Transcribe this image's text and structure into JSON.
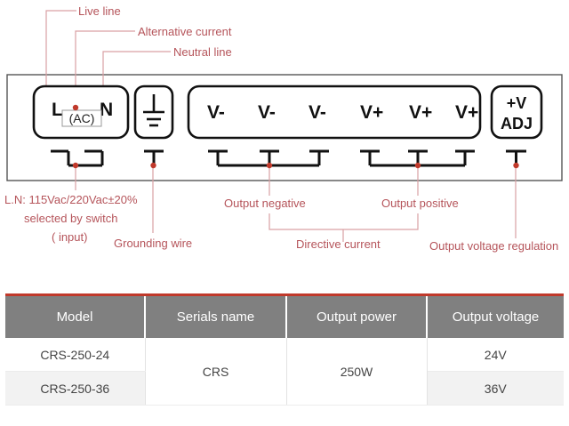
{
  "colors": {
    "callout_text": "#b5545a",
    "callout_line": "#d9a0a3",
    "dot": "#c0392b",
    "terminal_stroke": "#111111",
    "frame_stroke": "#555555",
    "table_accent": "#c0392b",
    "table_header_bg": "#808080",
    "table_header_text": "#ffffff",
    "table_zebra": "#f2f2f2"
  },
  "diagram": {
    "title": "Terminal block wiring diagram",
    "callouts_top": [
      {
        "id": "live-line",
        "label": "Live line"
      },
      {
        "id": "alternative-current",
        "label": "Alternative current"
      },
      {
        "id": "neutral-line",
        "label": "Neutral line"
      }
    ],
    "callouts_bottom": [
      {
        "id": "input-spec-line1",
        "label": "L.N: 115Vac/220Vac±20%"
      },
      {
        "id": "input-spec-line2",
        "label": "selected by switch"
      },
      {
        "id": "input-spec-line3",
        "label": "( input)"
      },
      {
        "id": "grounding-wire",
        "label": "Grounding wire"
      },
      {
        "id": "output-negative",
        "label": "Output negative"
      },
      {
        "id": "output-positive",
        "label": "Output positive"
      },
      {
        "id": "directive-current",
        "label": "Directive current"
      },
      {
        "id": "output-voltage-regulation",
        "label": "Output voltage regulation"
      }
    ],
    "terminal_groups": [
      {
        "id": "ac-input",
        "labels": [
          "L",
          "N"
        ],
        "badge": "(AC)"
      },
      {
        "id": "earth",
        "icon": "ground-earth-icon",
        "labels": []
      },
      {
        "id": "dc-output",
        "labels": [
          "V-",
          "V-",
          "V-",
          "V+",
          "V+",
          "V+"
        ]
      },
      {
        "id": "voltage-adjust",
        "labels": [
          "+V",
          "ADJ"
        ]
      }
    ]
  },
  "table": {
    "headers": [
      "Model",
      "Serials name",
      "Output power",
      "Output voltage"
    ],
    "rows": [
      {
        "model": "CRS-250-24",
        "serials": "CRS",
        "power": "250W",
        "voltage": "24V"
      },
      {
        "model": "CRS-250-36",
        "serials": "",
        "power": "",
        "voltage": "36V"
      }
    ]
  }
}
